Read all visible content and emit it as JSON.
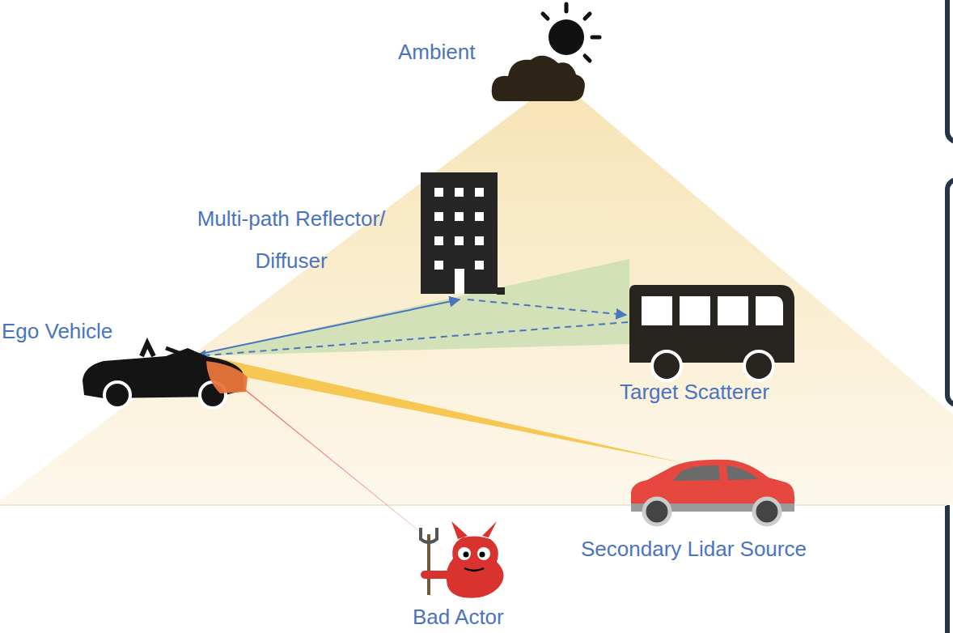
{
  "diagram": {
    "labels": [
      "Ambient",
      "Multi-path Reflector/ Diffuser",
      "Ego Vehicle",
      "Target Scatterer",
      "Secondary Lidar Source",
      "Bad Actor"
    ]
  }
}
